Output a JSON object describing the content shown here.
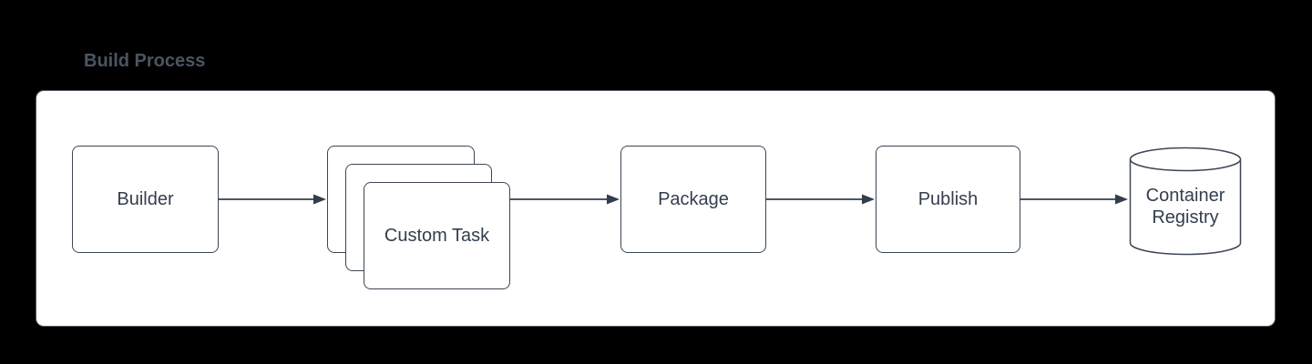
{
  "diagram": {
    "title": "Build Process",
    "type": "flowchart",
    "nodes": [
      {
        "id": "builder",
        "label": "Builder",
        "shape": "rectangle"
      },
      {
        "id": "custom-task",
        "label": "Custom Task",
        "shape": "stacked-rectangles",
        "stack_count": 3
      },
      {
        "id": "package",
        "label": "Package",
        "shape": "rectangle"
      },
      {
        "id": "publish",
        "label": "Publish",
        "shape": "rectangle"
      },
      {
        "id": "container-registry",
        "label": "Container Registry",
        "shape": "cylinder"
      }
    ],
    "edges": [
      {
        "from": "builder",
        "to": "custom-task"
      },
      {
        "from": "custom-task",
        "to": "package"
      },
      {
        "from": "package",
        "to": "publish"
      },
      {
        "from": "publish",
        "to": "container-registry"
      }
    ],
    "colors": {
      "background": "#000000",
      "panel_fill": "#ffffff",
      "panel_border": "#545e6b",
      "node_fill": "#ffffff",
      "node_border": "#3c4654",
      "node_text": "#333e4d",
      "title_text": "#4b5563",
      "connector": "#343e4b"
    }
  }
}
